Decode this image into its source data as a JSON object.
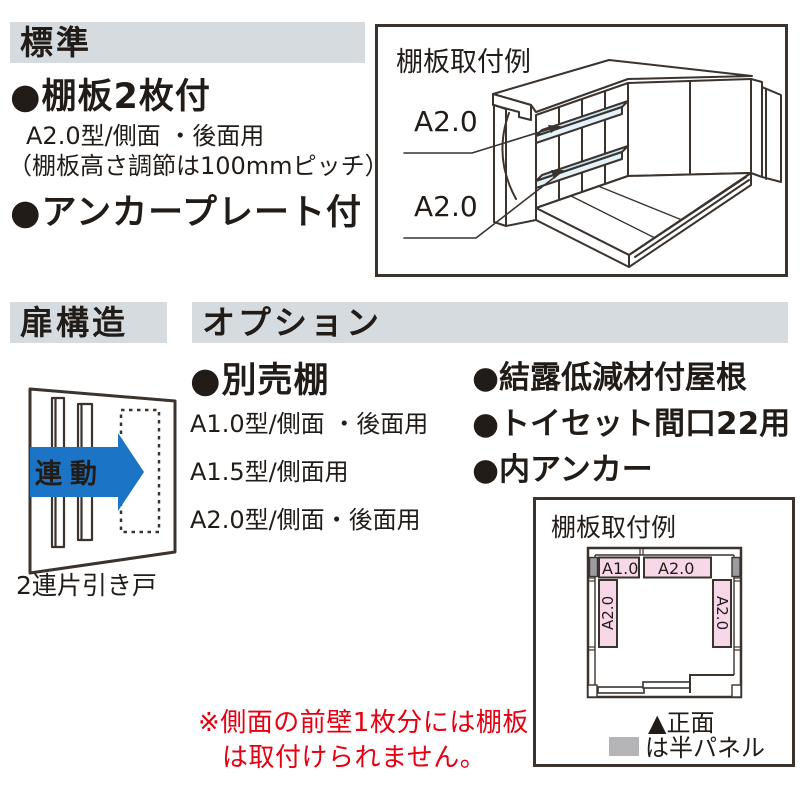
{
  "colors": {
    "header_bg": "#d5dbdf",
    "text": "#221c18",
    "line": "#3a332e",
    "shelf_blue": "#c8e6f5",
    "shelf_blue_edge": "#e4f2fa",
    "shelf_pink": "#f8d8e8",
    "half_panel_gray": "#9b9ba0",
    "legend_gray": "#b5b5b8",
    "arrow_blue": "#1b74c6",
    "note_red": "#e60012"
  },
  "standard_section": {
    "header": "標準",
    "item1": "●棚板2枚付",
    "item1_sub1": "A2.0型/側面 ・後面用",
    "item1_sub2": "（棚板高さ調節は100mmピッチ）",
    "item2": "●アンカープレート付"
  },
  "shelf_example_top": {
    "title": "棚板取付例",
    "label_upper": "A2.0",
    "label_lower": "A2.0"
  },
  "door_section": {
    "header": "扉構造",
    "arrow_label": "連動",
    "caption": "2連片引き戸"
  },
  "option_section": {
    "header": "オプション",
    "item1": "●別売棚",
    "item1_sub1": "A1.0型/側面 ・後面用",
    "item1_sub2": "A1.5型/側面用",
    "item1_sub3": "A2.0型/側面・後面用",
    "item2": "●結露低減材付屋根",
    "item3": "●トイセット間口22用",
    "item4": "●内アンカー"
  },
  "shelf_example_bottom": {
    "title": "棚板取付例",
    "top_left_label": "A1.0",
    "top_right_label": "A2.0",
    "left_label": "A2.0",
    "right_label": "A2.0",
    "legend_front": "▲正面",
    "legend_half_panel": "は半パネル"
  },
  "note": {
    "line1": "※側面の前壁1枚分には棚板",
    "line2": "は取付けられません。"
  }
}
